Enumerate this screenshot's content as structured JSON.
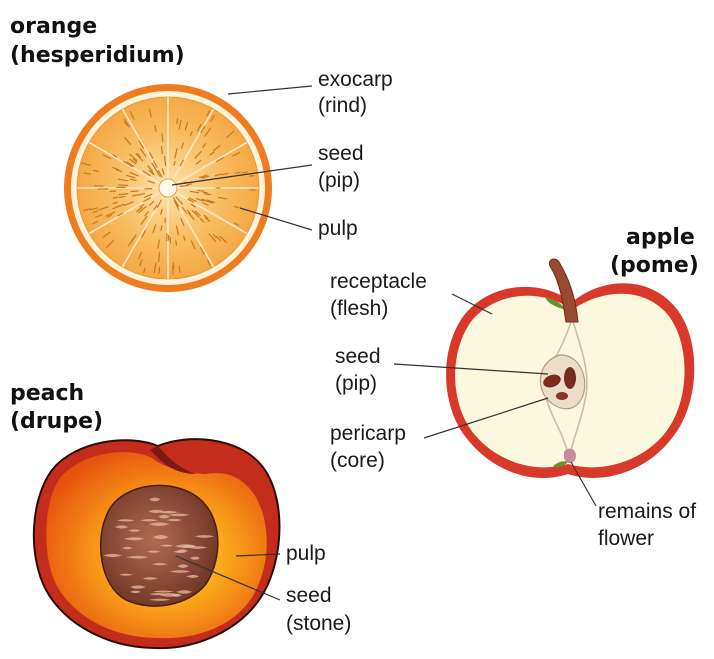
{
  "orange": {
    "title_line1": "orange",
    "title_line2": "(hesperidium)",
    "labels": {
      "exocarp_1": "exocarp",
      "exocarp_2": "(rind)",
      "seed_1": "seed",
      "seed_2": "(pip)",
      "pulp": "pulp"
    }
  },
  "apple": {
    "title_line1": "apple",
    "title_line2": "(pome)",
    "labels": {
      "receptacle_1": "receptacle",
      "receptacle_2": "(flesh)",
      "seed_1": "seed",
      "seed_2": "(pip)",
      "pericarp_1": "pericarp",
      "pericarp_2": "(core)",
      "remains_1": "remains of",
      "remains_2": "flower"
    }
  },
  "peach": {
    "title_line1": "peach",
    "title_line2": "(drupe)",
    "labels": {
      "pulp": "pulp",
      "seed_1": "seed",
      "seed_2": "(stone)"
    }
  },
  "colors": {
    "orange_rind": "#ef7d1f",
    "orange_pith": "#fff3dc",
    "orange_pulp": "#f7b24e",
    "apple_skin": "#d8392a",
    "apple_flesh": "#fbf8de",
    "peach_skin": "#c42d1c",
    "peach_flesh": "#f79414",
    "peach_stone": "#8c4c37"
  }
}
